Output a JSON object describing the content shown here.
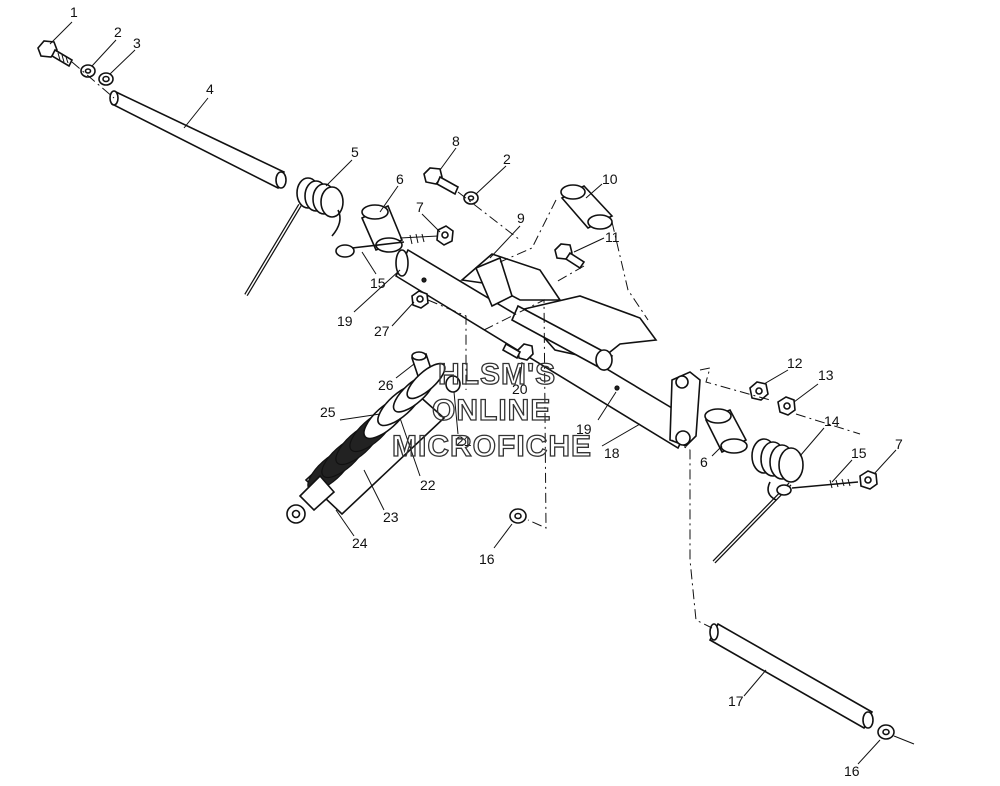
{
  "callouts": [
    {
      "id": "c1",
      "label": "1"
    },
    {
      "id": "c2a",
      "label": "2"
    },
    {
      "id": "c3",
      "label": "3"
    },
    {
      "id": "c4",
      "label": "4"
    },
    {
      "id": "c5",
      "label": "5"
    },
    {
      "id": "c6a",
      "label": "6"
    },
    {
      "id": "c7a",
      "label": "7"
    },
    {
      "id": "c8",
      "label": "8"
    },
    {
      "id": "c2b",
      "label": "2"
    },
    {
      "id": "c10",
      "label": "10"
    },
    {
      "id": "c9",
      "label": "9"
    },
    {
      "id": "c11",
      "label": "11"
    },
    {
      "id": "c15a",
      "label": "15"
    },
    {
      "id": "c19a",
      "label": "19"
    },
    {
      "id": "c27",
      "label": "27"
    },
    {
      "id": "c26",
      "label": "26"
    },
    {
      "id": "c20",
      "label": "20"
    },
    {
      "id": "c25",
      "label": "25"
    },
    {
      "id": "c21",
      "label": "21"
    },
    {
      "id": "c22",
      "label": "22"
    },
    {
      "id": "c23",
      "label": "23"
    },
    {
      "id": "c24",
      "label": "24"
    },
    {
      "id": "c12",
      "label": "12"
    },
    {
      "id": "c13",
      "label": "13"
    },
    {
      "id": "c14",
      "label": "14"
    },
    {
      "id": "c19b",
      "label": "19"
    },
    {
      "id": "c18",
      "label": "18"
    },
    {
      "id": "c6b",
      "label": "6"
    },
    {
      "id": "c15b",
      "label": "15"
    },
    {
      "id": "c7b",
      "label": "7"
    },
    {
      "id": "c16a",
      "label": "16"
    },
    {
      "id": "c17",
      "label": "17"
    },
    {
      "id": "c16b",
      "label": "16"
    }
  ],
  "watermark": {
    "line1": "HLSM'S",
    "line2": "ONLINE",
    "line3": "MICROFICHE"
  }
}
